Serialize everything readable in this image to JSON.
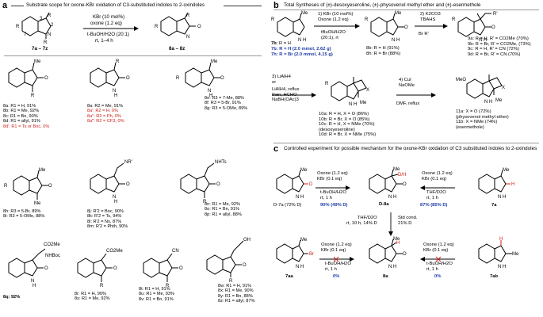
{
  "panel_a": {
    "letter": "a",
    "title": "Substrate scope for oxone-KBr oxidation of C3-substituted indoles to 2-oxindoles",
    "reagents_top": "KBr (10 mol%)",
    "reagents_2": "oxone (1.2 eq)",
    "reagents_3": "t-BuOH/H2O (20:1)",
    "reagents_4": "rt, 1–4 h",
    "start_label": "7a – 7z",
    "product_label": "8a – 8z",
    "group1": [
      "8a: R1 = H, 91%",
      "8b: R1 = Me, 92%",
      "8c: R1 = Bn, 90%",
      "8d: R1 = allyl, 91%",
      "8d′: R1 = Ts or Boc, 0%"
    ],
    "group2": [
      "8a: R2 = Me, 91%",
      "8a′: R2 = H, 0%",
      "8a″: R2 = Ph, 0%",
      "8a‴: R2 = CF3, 0%"
    ],
    "group3": [
      "8e: R3 = 7-Me, 88%",
      "8f: R3 = 5-Br, 91%",
      "8g: R3 = 5-OMe, 89%"
    ],
    "group4": [
      "8h: R3 = 5-Br, 89%",
      "8i: R3 = 5-OMe, 88%"
    ],
    "group5": [
      "8j: R′2 = Boc, 90%",
      "8k: R′2 = Ts, 94%",
      "8l: R′2 = Ns, 87%",
      "8m: R′2 = Phth, 90%"
    ],
    "group6": [
      "8n: R1 = Me, 92%",
      "8o: R1 = Bn, 91%",
      "8p: R1 = allyl, 88%"
    ],
    "group7": [
      "8q: 92%"
    ],
    "group8": [
      "8r: R1 = H, 90%",
      "8s: R1 = Me, 92%"
    ],
    "group9": [
      "8t: R1 = H, 91%",
      "8u: R1 = Me, 93%",
      "8v: R1 = Bn, 91%"
    ],
    "group10": [
      "8w: R1 = H, 91%",
      "8x: R1 = Me, 90%",
      "8y: R1 = Bn, 88%",
      "8z: R1 = allyl, 87%"
    ]
  },
  "panel_b": {
    "letter": "b",
    "title": "Total Syntheses of (±)-desoxyeseroline, (±)-physovenol methyl ether and (±)-esermethole",
    "step1": [
      "1) KBr (10 mol%)",
      "Oxone (1.2 eq)",
      "tBuOH/H2O",
      "(20:1), rt"
    ],
    "start1": "7b: R = H (2.0 mmol, 2.62 g)",
    "start2": "7h: R = Br (2.0 mmol, 4.15 g)",
    "prod1": "8b: R = H (91%)",
    "prod2": "8h: R = Br (88%)",
    "step2": [
      "2) K2CO3",
      "TBAHS"
    ],
    "alkyl": "Br    R′",
    "cmp9": [
      "9a: R = H, R′ = CO2Me (70%)",
      "9b: R = Br, R′ = CO2Me, (73%)",
      "9c: R = H, R′ = CN (72%)",
      "9d: R = Br, R′ = CN (70%)"
    ],
    "step3": [
      "3) LiAlH4",
      "or",
      "LiAlH4, reflux",
      "then, HCHO",
      "NaBH(OAc)3"
    ],
    "cmp10": [
      "10a: R = H, X = O (86%)",
      "10b: R = Br, X = O (85%)",
      "10c: R = H, X = NMe (70%)",
      "(desoxyeseroline)",
      "10d: R = Br, X = NMe (75%)"
    ],
    "step4": [
      "4) CuI",
      "NaOMe",
      "DMF, reflux"
    ],
    "cmp11": [
      "11a: X = O (72%)",
      "(physovenol methyl ether)",
      "11b: X = NMe (74%)",
      "(esermethole)"
    ]
  },
  "panel_c": {
    "letter": "c",
    "title": "Controlled experiment for possible mechanism for the oxone-KBr oxidation of C3 substituted indoles to 2-oxindoles",
    "left_conditions": [
      "Oxone (1.2 eq)",
      "KBr (0.1 eq)",
      "t-BuOH/H2O",
      "rt, 1 h"
    ],
    "left_result": "90% (49% D)",
    "left_start": "D-7a (72% D)",
    "center_label": "D-8a",
    "right_conditions": [
      "Oxone (1.2 eq)",
      "KBr (0.1 eq)",
      "THF/D2O",
      "rt, 1 h"
    ],
    "right_result": "87% (85% D)",
    "right_start": "7a",
    "mid_left": [
      "THF/D2O",
      "rt, 10 h, 14% D"
    ],
    "mid_right": [
      "Std cond.",
      "21% D"
    ],
    "bottom_left_conditions": [
      "Oxone (1.2 eq)",
      "KBr (0.1 eq)",
      "t-BuOH/H2O",
      "rt, 1 h"
    ],
    "bottom_left_result": "0%",
    "bottom_left_start": "7aa",
    "bottom_center": "8a",
    "bottom_right_conditions": [
      "Oxone (1.2 eq)",
      "KBr (0.1 eq)",
      "t-BuOH/H2O",
      "rt, 1 h"
    ],
    "bottom_right_result": "0%",
    "bottom_right_start": "7ab"
  }
}
